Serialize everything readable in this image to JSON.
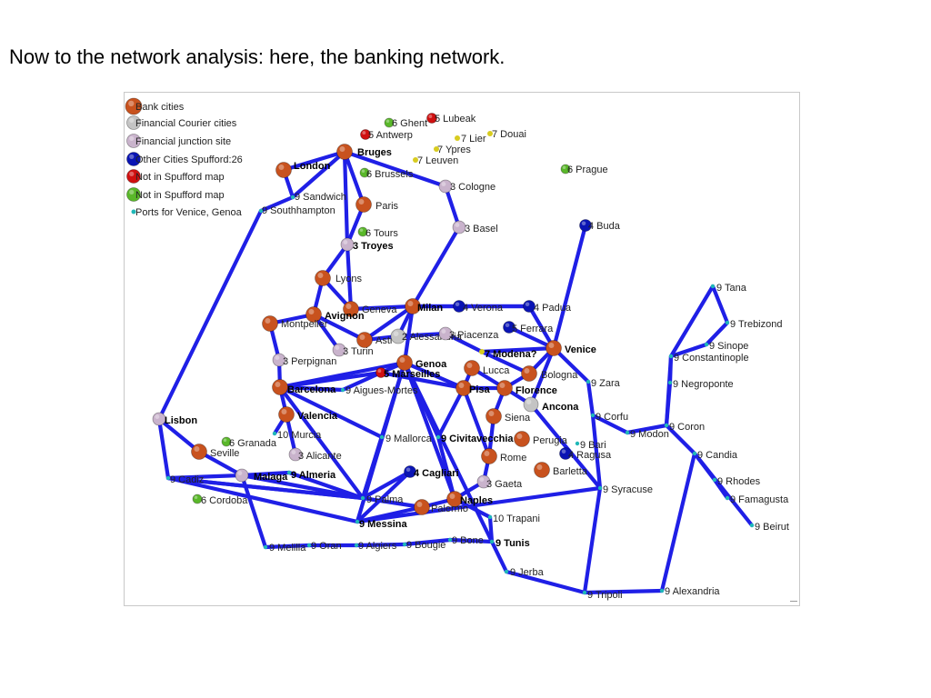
{
  "slide": {
    "title": "Now to the network analysis: here, the banking network."
  },
  "colors": {
    "edge": "#1f1fe6",
    "bank": "#c8521e",
    "courier": "#c4c4c4",
    "junction": "#c9b3cc",
    "spufford": "#0a14b4",
    "not_in_map_red": "#d01010",
    "not_in_map_green": "#5ab82a",
    "port": "#20b8b8",
    "minor": "#d8cc20"
  },
  "legend": [
    {
      "label": "Bank cities",
      "kind": "bank"
    },
    {
      "label": "Financial Courier cities",
      "kind": "courier"
    },
    {
      "label": "Financial junction site",
      "kind": "junction"
    },
    {
      "label": "Other Cities Spufford:26",
      "kind": "spufford"
    },
    {
      "label": "Not in Spufford map",
      "kind": "not_in_map_red"
    },
    {
      "label": "Not in Spufford map",
      "kind": "not_in_map_green"
    },
    {
      "label": "Ports for Venice, Genoa",
      "kind": "port"
    }
  ],
  "nodes": [
    {
      "id": "london",
      "label": "London",
      "kind": "bank",
      "bold": true
    },
    {
      "id": "bruges",
      "label": "Bruges",
      "kind": "bank",
      "bold": true
    },
    {
      "id": "paris",
      "label": "Paris",
      "kind": "bank"
    },
    {
      "id": "sandwich",
      "label": "9 Sandwich",
      "kind": "port"
    },
    {
      "id": "southampton",
      "label": "9 Southhampton",
      "kind": "port"
    },
    {
      "id": "ghent",
      "label": "6 Ghent",
      "kind": "not_in_map_green"
    },
    {
      "id": "lubeak",
      "label": "5 Lubeak",
      "kind": "not_in_map_red"
    },
    {
      "id": "antwerp",
      "label": "5 Antwerp",
      "kind": "not_in_map_red"
    },
    {
      "id": "lier",
      "label": "7 Lier",
      "kind": "minor"
    },
    {
      "id": "douai",
      "label": "7 Douai",
      "kind": "minor"
    },
    {
      "id": "ypres",
      "label": "7 Ypres",
      "kind": "minor"
    },
    {
      "id": "leuven",
      "label": "7 Leuven",
      "kind": "minor"
    },
    {
      "id": "brussels",
      "label": "6 Brussels",
      "kind": "not_in_map_green"
    },
    {
      "id": "prague",
      "label": "6 Prague",
      "kind": "not_in_map_green"
    },
    {
      "id": "cologne",
      "label": "3 Cologne",
      "kind": "junction"
    },
    {
      "id": "basel",
      "label": "3 Basel",
      "kind": "junction"
    },
    {
      "id": "buda",
      "label": "4 Buda",
      "kind": "spufford"
    },
    {
      "id": "tours",
      "label": "6 Tours",
      "kind": "not_in_map_green"
    },
    {
      "id": "troyes",
      "label": "3 Troyes",
      "kind": "junction",
      "bold": true
    },
    {
      "id": "lyons",
      "label": "Lyons",
      "kind": "bank"
    },
    {
      "id": "geneva",
      "label": "Geneva",
      "kind": "bank"
    },
    {
      "id": "avignon",
      "label": "Avignon",
      "kind": "bank",
      "bold": true
    },
    {
      "id": "montpelier",
      "label": "Montpelier",
      "kind": "bank"
    },
    {
      "id": "milan",
      "label": "Milan",
      "kind": "bank",
      "bold": true
    },
    {
      "id": "verona",
      "label": "4 Verona",
      "kind": "spufford"
    },
    {
      "id": "padua",
      "label": "4 Padua",
      "kind": "spufford"
    },
    {
      "id": "ferrara",
      "label": "5 Ferrara",
      "kind": "spufford"
    },
    {
      "id": "turin",
      "label": "3 Turin",
      "kind": "junction"
    },
    {
      "id": "asti",
      "label": "Asti",
      "kind": "bank"
    },
    {
      "id": "alessandria",
      "label": "2 Alessandria",
      "kind": "courier"
    },
    {
      "id": "piacenza",
      "label": "3 Piacenza",
      "kind": "junction"
    },
    {
      "id": "modena",
      "label": "7 Modena?",
      "kind": "minor",
      "bold": true
    },
    {
      "id": "venice",
      "label": "Venice",
      "kind": "bank",
      "bold": true
    },
    {
      "id": "perpignan",
      "label": "3 Perpignan",
      "kind": "junction"
    },
    {
      "id": "genoa",
      "label": "Genoa",
      "kind": "bank",
      "bold": true
    },
    {
      "id": "marseilles",
      "label": "5 Marseilles",
      "kind": "not_in_map_red",
      "bold": true
    },
    {
      "id": "lucca",
      "label": "Lucca",
      "kind": "bank"
    },
    {
      "id": "bologna",
      "label": "Bologna",
      "kind": "bank"
    },
    {
      "id": "zara",
      "label": "9 Zara",
      "kind": "port"
    },
    {
      "id": "barcelona",
      "label": "Barcelona",
      "kind": "bank",
      "bold": true
    },
    {
      "id": "aigues",
      "label": "9 Aigues-Mortes",
      "kind": "port"
    },
    {
      "id": "pisa",
      "label": "Pisa",
      "kind": "bank",
      "bold": true
    },
    {
      "id": "florence",
      "label": "Florence",
      "kind": "bank",
      "bold": true
    },
    {
      "id": "ancona",
      "label": "Ancona",
      "kind": "courier",
      "bold": true
    },
    {
      "id": "valencia",
      "label": "Valencia",
      "kind": "bank",
      "bold": true
    },
    {
      "id": "murcia",
      "label": "10 Murcia",
      "kind": "port"
    },
    {
      "id": "siena",
      "label": "Siena",
      "kind": "bank"
    },
    {
      "id": "corfu",
      "label": "9 Corfu",
      "kind": "port"
    },
    {
      "id": "lisbon",
      "label": "Lisbon",
      "kind": "junction",
      "bold": true
    },
    {
      "id": "mallorca",
      "label": "9 Mallorca",
      "kind": "port"
    },
    {
      "id": "civitavecchia",
      "label": "9 Civitavecchia",
      "kind": "port",
      "bold": true
    },
    {
      "id": "perugia",
      "label": "Perugia",
      "kind": "bank"
    },
    {
      "id": "bari",
      "label": "9 Bari",
      "kind": "port"
    },
    {
      "id": "granada",
      "label": "6 Granada",
      "kind": "not_in_map_green"
    },
    {
      "id": "seville",
      "label": "Seville",
      "kind": "bank"
    },
    {
      "id": "alicante",
      "label": "3 Alicante",
      "kind": "junction"
    },
    {
      "id": "rome",
      "label": "Rome",
      "kind": "bank"
    },
    {
      "id": "ragusa",
      "label": "4 Ragusa",
      "kind": "spufford"
    },
    {
      "id": "barletta",
      "label": "Barletta",
      "kind": "bank"
    },
    {
      "id": "almeria",
      "label": "9 Almeria",
      "kind": "port",
      "bold": true
    },
    {
      "id": "malaga",
      "label": "Malaga",
      "kind": "junction",
      "bold": true
    },
    {
      "id": "cadiz",
      "label": "9 Cadiz",
      "kind": "port"
    },
    {
      "id": "cagliari",
      "label": "4 Cagliari",
      "kind": "spufford",
      "bold": true
    },
    {
      "id": "gaeta",
      "label": "3 Gaeta",
      "kind": "junction"
    },
    {
      "id": "syracuse",
      "label": "9 Syracuse",
      "kind": "port"
    },
    {
      "id": "cordoba",
      "label": "6 Cordoba",
      "kind": "not_in_map_green"
    },
    {
      "id": "palma",
      "label": "9 Palma",
      "kind": "port"
    },
    {
      "id": "naples",
      "label": "Naples",
      "kind": "bank",
      "bold": true
    },
    {
      "id": "palermo",
      "label": "Palermo",
      "kind": "bank"
    },
    {
      "id": "messina",
      "label": "9 Messina",
      "kind": "port",
      "bold": true
    },
    {
      "id": "trapani",
      "label": "10 Trapani",
      "kind": "port"
    },
    {
      "id": "melilla",
      "label": "9 Melilla",
      "kind": "port"
    },
    {
      "id": "oran",
      "label": "9 Oran",
      "kind": "port"
    },
    {
      "id": "algiers",
      "label": "9 Algiers",
      "kind": "port"
    },
    {
      "id": "bougie",
      "label": "9 Bougie",
      "kind": "port"
    },
    {
      "id": "bone",
      "label": "9 Bone",
      "kind": "port"
    },
    {
      "id": "tunis",
      "label": "9 Tunis",
      "kind": "port",
      "bold": true
    },
    {
      "id": "jerba",
      "label": "9 Jerba",
      "kind": "port"
    },
    {
      "id": "tripoli",
      "label": "9 Tripoli",
      "kind": "port"
    },
    {
      "id": "alexandria",
      "label": "9 Alexandria",
      "kind": "port"
    },
    {
      "id": "tana",
      "label": "9 Tana",
      "kind": "port"
    },
    {
      "id": "trebizond",
      "label": "9 Trebizond",
      "kind": "port"
    },
    {
      "id": "sinope",
      "label": "9 Sinope",
      "kind": "port"
    },
    {
      "id": "constantinople",
      "label": "9 Constantinople",
      "kind": "port"
    },
    {
      "id": "negroponte",
      "label": "9 Negroponte",
      "kind": "port"
    },
    {
      "id": "coron",
      "label": "9 Coron",
      "kind": "port"
    },
    {
      "id": "modon",
      "label": "9 Modon",
      "kind": "port"
    },
    {
      "id": "candia",
      "label": "9 Candia",
      "kind": "port"
    },
    {
      "id": "rhodes",
      "label": "9 Rhodes",
      "kind": "port"
    },
    {
      "id": "famagusta",
      "label": "9 Famagusta",
      "kind": "port"
    },
    {
      "id": "beirut",
      "label": "9 Beirut",
      "kind": "port"
    }
  ],
  "edges": [
    [
      "london",
      "bruges"
    ],
    [
      "london",
      "sandwich"
    ],
    [
      "bruges",
      "sandwich"
    ],
    [
      "sandwich",
      "southampton"
    ],
    [
      "bruges",
      "paris"
    ],
    [
      "bruges",
      "cologne"
    ],
    [
      "cologne",
      "basel"
    ],
    [
      "basel",
      "milan"
    ],
    [
      "bruges",
      "troyes"
    ],
    [
      "paris",
      "troyes"
    ],
    [
      "troyes",
      "lyons"
    ],
    [
      "troyes",
      "geneva"
    ],
    [
      "lyons",
      "avignon"
    ],
    [
      "lyons",
      "geneva"
    ],
    [
      "geneva",
      "milan"
    ],
    [
      "avignon",
      "montpelier"
    ],
    [
      "avignon",
      "turin"
    ],
    [
      "avignon",
      "asti"
    ],
    [
      "montpelier",
      "perpignan"
    ],
    [
      "perpignan",
      "barcelona"
    ],
    [
      "milan",
      "verona"
    ],
    [
      "verona",
      "padua"
    ],
    [
      "padua",
      "venice"
    ],
    [
      "milan",
      "padua"
    ],
    [
      "milan",
      "alessandria"
    ],
    [
      "milan",
      "genoa"
    ],
    [
      "asti",
      "alessandria"
    ],
    [
      "alessandria",
      "piacenza"
    ],
    [
      "piacenza",
      "modena"
    ],
    [
      "modena",
      "venice"
    ],
    [
      "modena",
      "bologna"
    ],
    [
      "ferrara",
      "venice"
    ],
    [
      "venice",
      "bologna"
    ],
    [
      "venice",
      "zara"
    ],
    [
      "venice",
      "ancona"
    ],
    [
      "buda",
      "venice"
    ],
    [
      "genoa",
      "marseilles"
    ],
    [
      "genoa",
      "pisa"
    ],
    [
      "genoa",
      "barcelona"
    ],
    [
      "genoa",
      "palma"
    ],
    [
      "genoa",
      "messina"
    ],
    [
      "genoa",
      "naples"
    ],
    [
      "genoa",
      "tunis"
    ],
    [
      "marseilles",
      "aigues"
    ],
    [
      "marseilles",
      "barcelona"
    ],
    [
      "marseilles",
      "pisa"
    ],
    [
      "aigues",
      "barcelona"
    ],
    [
      "barcelona",
      "valencia"
    ],
    [
      "valencia",
      "murcia"
    ],
    [
      "valencia",
      "alicante"
    ],
    [
      "barcelona",
      "mallorca"
    ],
    [
      "mallorca",
      "palma"
    ],
    [
      "pisa",
      "lucca"
    ],
    [
      "pisa",
      "florence"
    ],
    [
      "lucca",
      "florence"
    ],
    [
      "bologna",
      "florence"
    ],
    [
      "florence",
      "ancona"
    ],
    [
      "florence",
      "siena"
    ],
    [
      "siena",
      "rome"
    ],
    [
      "rome",
      "gaeta"
    ],
    [
      "gaeta",
      "naples"
    ],
    [
      "pisa",
      "civitavecchia"
    ],
    [
      "civitavecchia",
      "naples"
    ],
    [
      "naples",
      "palermo"
    ],
    [
      "palermo",
      "palma"
    ],
    [
      "palermo",
      "messina"
    ],
    [
      "messina",
      "cagliari"
    ],
    [
      "cagliari",
      "palma"
    ],
    [
      "palma",
      "malaga"
    ],
    [
      "palma",
      "almeria"
    ],
    [
      "palma",
      "cadiz"
    ],
    [
      "almeria",
      "malaga"
    ],
    [
      "malaga",
      "seville"
    ],
    [
      "malaga",
      "cadiz"
    ],
    [
      "seville",
      "lisbon"
    ],
    [
      "lisbon",
      "southampton"
    ],
    [
      "lisbon",
      "cadiz"
    ],
    [
      "cadiz",
      "palma"
    ],
    [
      "cadiz",
      "messina"
    ],
    [
      "malaga",
      "melilla"
    ],
    [
      "melilla",
      "oran"
    ],
    [
      "oran",
      "algiers"
    ],
    [
      "algiers",
      "bougie"
    ],
    [
      "bougie",
      "bone"
    ],
    [
      "bone",
      "tunis"
    ],
    [
      "tunis",
      "trapani"
    ],
    [
      "trapani",
      "naples"
    ],
    [
      "tunis",
      "jerba"
    ],
    [
      "jerba",
      "tripoli"
    ],
    [
      "tripoli",
      "alexandria"
    ],
    [
      "alexandria",
      "candia"
    ],
    [
      "tripoli",
      "syracuse"
    ],
    [
      "syracuse",
      "messina"
    ],
    [
      "syracuse",
      "ancona"
    ],
    [
      "syracuse",
      "corfu"
    ],
    [
      "zara",
      "corfu"
    ],
    [
      "corfu",
      "modon"
    ],
    [
      "modon",
      "coron"
    ],
    [
      "coron",
      "candia"
    ],
    [
      "candia",
      "rhodes"
    ],
    [
      "rhodes",
      "famagusta"
    ],
    [
      "candia",
      "beirut"
    ],
    [
      "coron",
      "negroponte"
    ],
    [
      "negroponte",
      "constantinople"
    ],
    [
      "constantinople",
      "sinope"
    ],
    [
      "sinope",
      "trebizond"
    ],
    [
      "trebizond",
      "tana"
    ],
    [
      "tana",
      "constantinople"
    ],
    [
      "constantinople",
      "coron"
    ],
    [
      "genoa",
      "civitavecchia"
    ],
    [
      "barcelona",
      "palma"
    ],
    [
      "milan",
      "asti"
    ],
    [
      "pisa",
      "rome"
    ]
  ]
}
